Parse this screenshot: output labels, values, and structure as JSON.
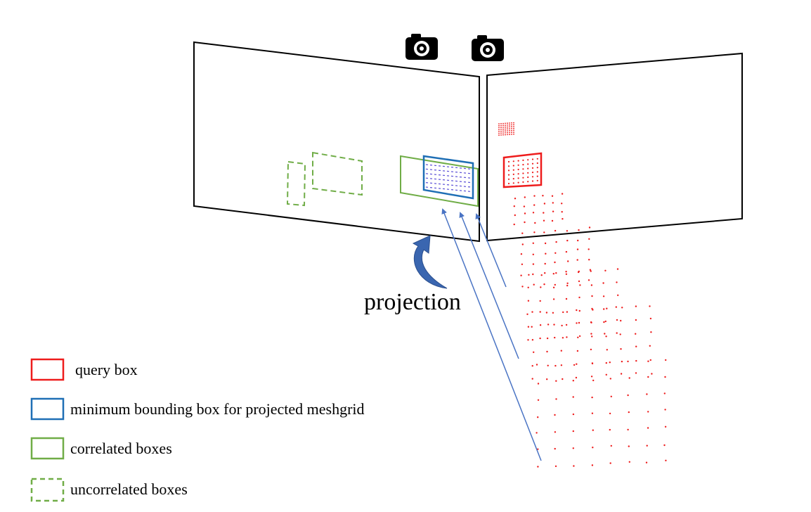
{
  "diagram": {
    "projection_label": "projection",
    "colors": {
      "query": "#ee1c1c",
      "bounding": "#1f6fb5",
      "correlated": "#70ad47",
      "uncorrelated": "#70ad47",
      "arrow": "#4a74c4",
      "curved_arrow": "#3a66b0",
      "points": "#ee1c1c",
      "plane": "#000000"
    },
    "icons": [
      "camera-icon-left",
      "camera-icon-right"
    ]
  },
  "legend": {
    "items": [
      {
        "label": "query box",
        "style": "solid",
        "color": "#ee1c1c"
      },
      {
        "label": "minimum bounding box for projected meshgrid",
        "style": "solid",
        "color": "#1f6fb5"
      },
      {
        "label": "correlated boxes",
        "style": "solid",
        "color": "#70ad47"
      },
      {
        "label": "uncorrelated boxes",
        "style": "dashed",
        "color": "#70ad47"
      }
    ]
  }
}
